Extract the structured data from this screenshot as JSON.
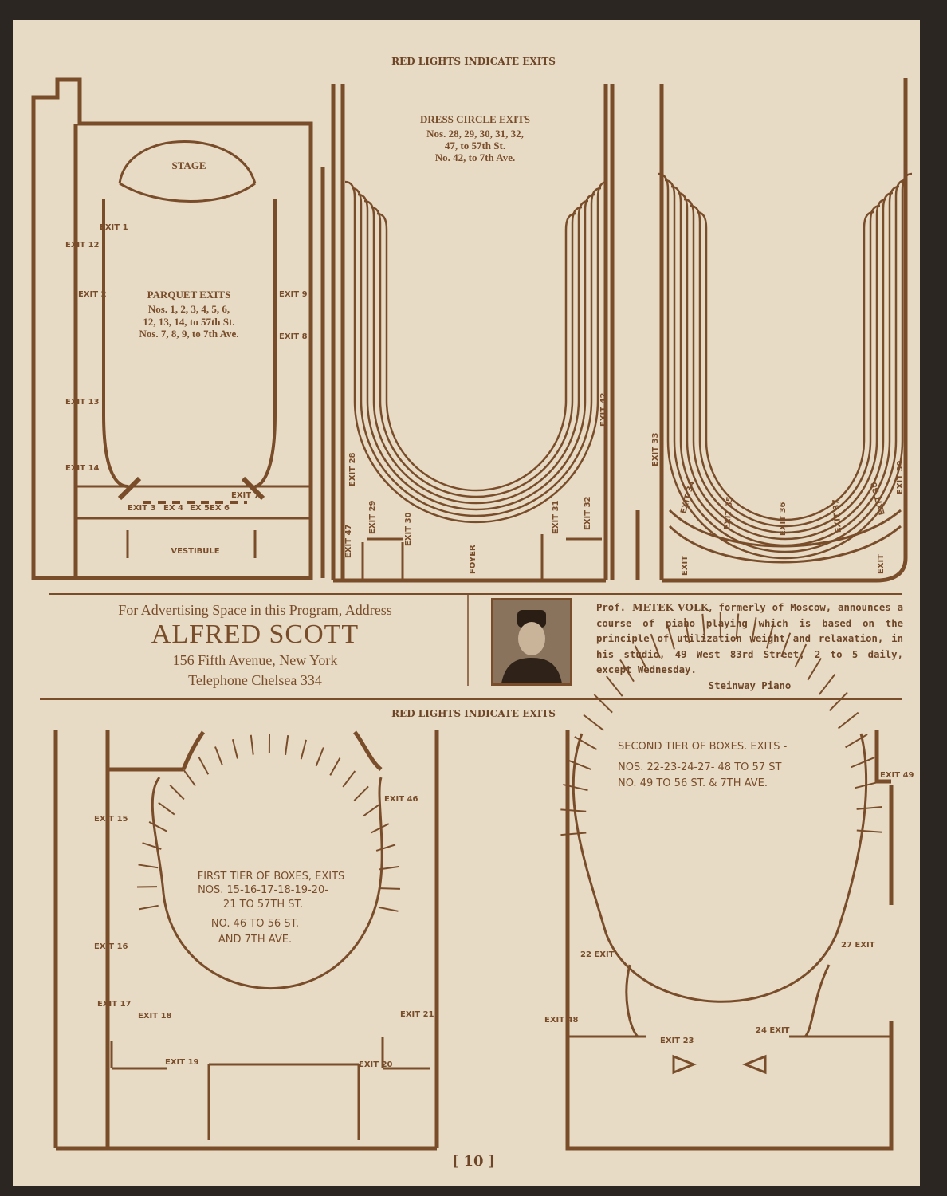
{
  "headers": {
    "top": "RED LIGHTS INDICATE EXITS",
    "bottom": "RED LIGHTS INDICATE EXITS"
  },
  "parquet": {
    "stage": "STAGE",
    "vestibule": "VESTIBULE",
    "title": "PARQUET EXITS",
    "lines": [
      "Nos. 1, 2, 3, 4, 5, 6,",
      "12, 13, 14, to 57th St.",
      "Nos. 7, 8, 9, to 7th Ave."
    ],
    "exits": [
      "EXIT 1",
      "EXIT 2",
      "EXIT 12",
      "EXIT 13",
      "EXIT 14",
      "EXIT 9",
      "EXIT 8",
      "EXIT 3",
      "EX 4",
      "EX 5",
      "EX 6",
      "EXIT 7"
    ]
  },
  "dress_circle": {
    "title": "DRESS CIRCLE EXITS",
    "lines": [
      "Nos. 28, 29, 30, 31, 32,",
      "47, to 57th St.",
      "No. 42, to 7th Ave."
    ],
    "foyer": "FOYER",
    "exits": [
      "EXIT 28",
      "EXIT 47",
      "EXIT 29",
      "EXIT 30",
      "EXIT 31",
      "EXIT 32",
      "EXIT 42"
    ]
  },
  "balcony": {
    "exits": [
      "EXIT 33",
      "EXIT 34",
      "EXIT 35",
      "EXIT 36",
      "EXIT 37",
      "EXIT 38",
      "EXIT 39",
      "EXIT",
      "EXIT"
    ]
  },
  "ad_left": {
    "line1": "For Advertising Space in this Program, Address",
    "name": "ALFRED SCOTT",
    "address": "156 Fifth Avenue, New York",
    "phone": "Telephone Chelsea 334"
  },
  "ad_right": {
    "prefix": "Prof. ",
    "name": "METEK VOLK,",
    "body": " formerly of Moscow, announces a course of piano playing which is based on the principle of utilization weight and relaxation, in his studio, 49 West 83rd Street, 2 to 5 daily, except Wednesday.",
    "signature": "Steinway Piano"
  },
  "first_tier": {
    "lines": [
      "FIRST TIER OF BOXES, EXITS",
      "NOS. 15-16-17-18-19-20-",
      "21 TO 57TH ST.",
      "NO. 46 TO 56 ST.",
      "AND 7TH AVE."
    ],
    "exits": [
      "EXIT 15",
      "EXIT 16",
      "EXIT 17",
      "EXIT 18",
      "EXIT 19",
      "EXIT 20",
      "EXIT 21",
      "EXIT 46"
    ]
  },
  "second_tier": {
    "lines": [
      "SECOND TIER OF BOXES. EXITS -",
      "NOS. 22-23-24-27- 48 TO 57 ST",
      "NO. 49 TO 56 ST. & 7TH AVE."
    ],
    "exits": [
      "EXIT 49",
      "22 EXIT",
      "27 EXIT",
      "EXIT 48",
      "EXIT 23",
      "24 EXIT"
    ]
  },
  "page_number": "[ 10 ]",
  "colors": {
    "ink": "#7a4d2a",
    "paper": "#e7dbc6"
  }
}
